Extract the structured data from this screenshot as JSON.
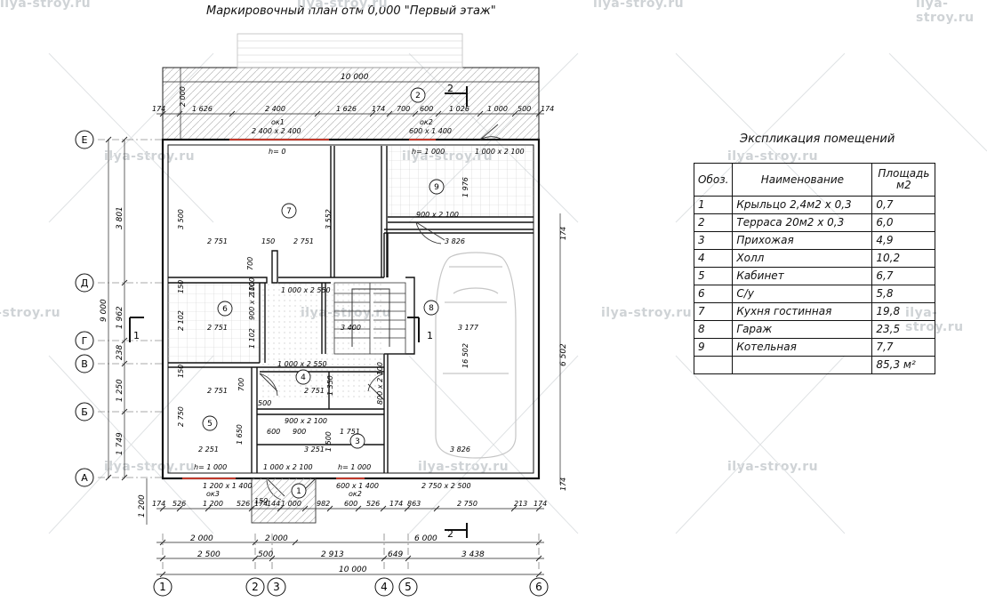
{
  "title": "Маркировочный план отм 0,000 \"Первый этаж\"",
  "watermark": "ilya-stroy.ru",
  "explication": {
    "title": "Экспликация помещений",
    "headers": [
      "Обоз.",
      "Наименование",
      "Площадь м2"
    ],
    "rows": [
      {
        "num": "1",
        "name": "Крыльцо 2,4м2 х 0,3",
        "area": "0,7"
      },
      {
        "num": "2",
        "name": "Терраса 20м2 х 0,3",
        "area": "6,0"
      },
      {
        "num": "3",
        "name": "Прихожая",
        "area": "4,9"
      },
      {
        "num": "4",
        "name": "Холл",
        "area": "10,2"
      },
      {
        "num": "5",
        "name": "Кабинет",
        "area": "6,7"
      },
      {
        "num": "6",
        "name": "С/у",
        "area": "5,8"
      },
      {
        "num": "7",
        "name": "Кухня гостинная",
        "area": "19,8"
      },
      {
        "num": "8",
        "name": "Гараж",
        "area": "23,5"
      },
      {
        "num": "9",
        "name": "Котельная",
        "area": "7,7"
      }
    ],
    "total": "85,3 м²"
  },
  "axes": {
    "vertical": [
      "1",
      "2",
      "3",
      "4",
      "5",
      "6"
    ],
    "horizontal": [
      "Е",
      "Д",
      "Г",
      "В",
      "Б",
      "А"
    ]
  },
  "dims": {
    "top_overall": "10 000",
    "top_chain": [
      "174",
      "1 626",
      "2 400",
      "1 626",
      "174",
      "700",
      "600",
      "1 026",
      "1 000",
      "500",
      "174"
    ],
    "window_ok1": "ок1",
    "window_ok1_size": "2 400 х 2 400",
    "window_ok2": "ок2",
    "window_ok2_size": "600 х 1 400",
    "terrace_depth": "2 000",
    "bottom_chain": [
      "174",
      "526",
      "1 200",
      "526",
      "174",
      "144",
      "1 000",
      "982",
      "600",
      "526",
      "174",
      "863",
      "2 750",
      "213",
      "174"
    ],
    "bottom_row2": [
      "2 000",
      "2 000",
      "6 000"
    ],
    "bottom_row3": [
      "2 500",
      "500",
      "2 913",
      "649",
      "3 438"
    ],
    "bottom_overall": "10 000",
    "left_chain": [
      "3 801",
      "1 962",
      "238",
      "1 250",
      "1 749",
      "1 200"
    ],
    "left_overall": "9 000",
    "right_chain": [
      "174",
      "6 502",
      "174"
    ],
    "porch": "1 200",
    "window_ok3": "ок3",
    "window_ok3_size": "1 200 х 1 400",
    "window_bottom_ok2": "ок2",
    "window_bottom_ok2_size": "600 х 1 400",
    "garage_gate": "2 750 х 2 500",
    "room_dims": {
      "d7_w1": "2 751",
      "d7_w2": "2 751",
      "d7_150": "150",
      "d7_h1": "3 500",
      "d7_h2": "3 552",
      "d7_h0": "h= 0",
      "d9_h": "h= 1 000",
      "d9_door": "1 000 х 2 100",
      "d9_side": "1 976",
      "d9_door2": "900 х 2 100",
      "d8_w": "3 826",
      "d8_w2": "3 177",
      "d8_w3": "3 826",
      "d8_h": "16 502",
      "d6_w": "2 751",
      "d6_h": "2 102",
      "d6_door": "900 х 2 100",
      "d6_150": "150",
      "d6_700": "700",
      "d6_100": "100",
      "d6_1100": "1 102",
      "stair_door": "1 000 х 2 550",
      "stair_w": "3 400",
      "stair_door2": "1 000 х 2 550",
      "d4_w": "2 751",
      "d4_door": "800 х 2 100",
      "d4_h": "1 350",
      "d4_h2": "700",
      "d4_150": "150",
      "d5_w": "2 751",
      "d5_w2": "2 251",
      "d5_h": "2 750",
      "d5_1650": "1 650",
      "d5_500": "500",
      "d5_h1000": "h= 1 000",
      "d3_w": "3 251",
      "d3_door": "900 х 2 100",
      "d3_600": "600",
      "d3_900": "900",
      "d3_1751": "1 751",
      "d3_1500": "1 500",
      "entry_door": "1 000 х 2 100",
      "entry_h": "h= 1 000",
      "d_150": "150"
    }
  },
  "markers": {
    "rooms": [
      "1",
      "2",
      "3",
      "4",
      "5",
      "6",
      "7",
      "8",
      "9"
    ],
    "section": "1",
    "section2": "2"
  }
}
